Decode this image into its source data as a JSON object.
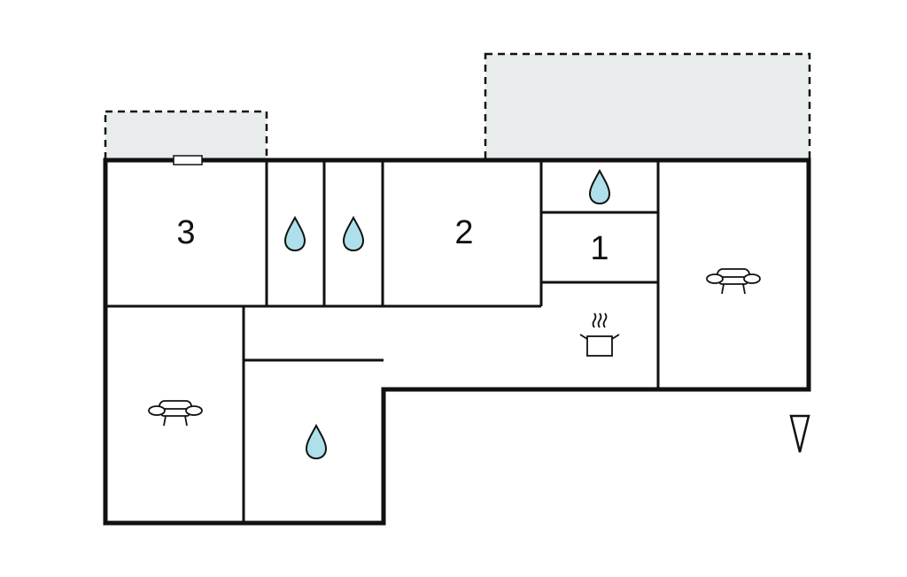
{
  "title": "Floor plan",
  "rooms": [
    {
      "id": "bedroom-3",
      "label": "3",
      "type": "bedroom"
    },
    {
      "id": "bathroom-a",
      "label": "",
      "type": "bathroom",
      "icon": "water-drop-icon"
    },
    {
      "id": "bathroom-b",
      "label": "",
      "type": "bathroom",
      "icon": "water-drop-icon"
    },
    {
      "id": "bedroom-2",
      "label": "2",
      "type": "bedroom"
    },
    {
      "id": "bathroom-c",
      "label": "",
      "type": "bathroom",
      "icon": "water-drop-icon"
    },
    {
      "id": "bedroom-1",
      "label": "1",
      "type": "bedroom"
    },
    {
      "id": "kitchen",
      "label": "",
      "type": "kitchen",
      "icon": "cooking-pot-icon"
    },
    {
      "id": "living-room-east",
      "label": "",
      "type": "living",
      "icon": "sofa-icon"
    },
    {
      "id": "living-room-west",
      "label": "",
      "type": "living",
      "icon": "sofa-icon"
    },
    {
      "id": "bathroom-d",
      "label": "",
      "type": "bathroom",
      "icon": "water-drop-icon"
    }
  ],
  "outdoor_areas": [
    {
      "id": "terrace-small",
      "type": "terrace"
    },
    {
      "id": "terrace-large",
      "type": "terrace"
    }
  ],
  "entrance": {
    "icon": "entrance-arrow-icon"
  },
  "colors": {
    "wall": "#111111",
    "terrace_fill": "#e8ecec",
    "water_drop_fill": "#aee0ec",
    "background": "#ffffff"
  }
}
